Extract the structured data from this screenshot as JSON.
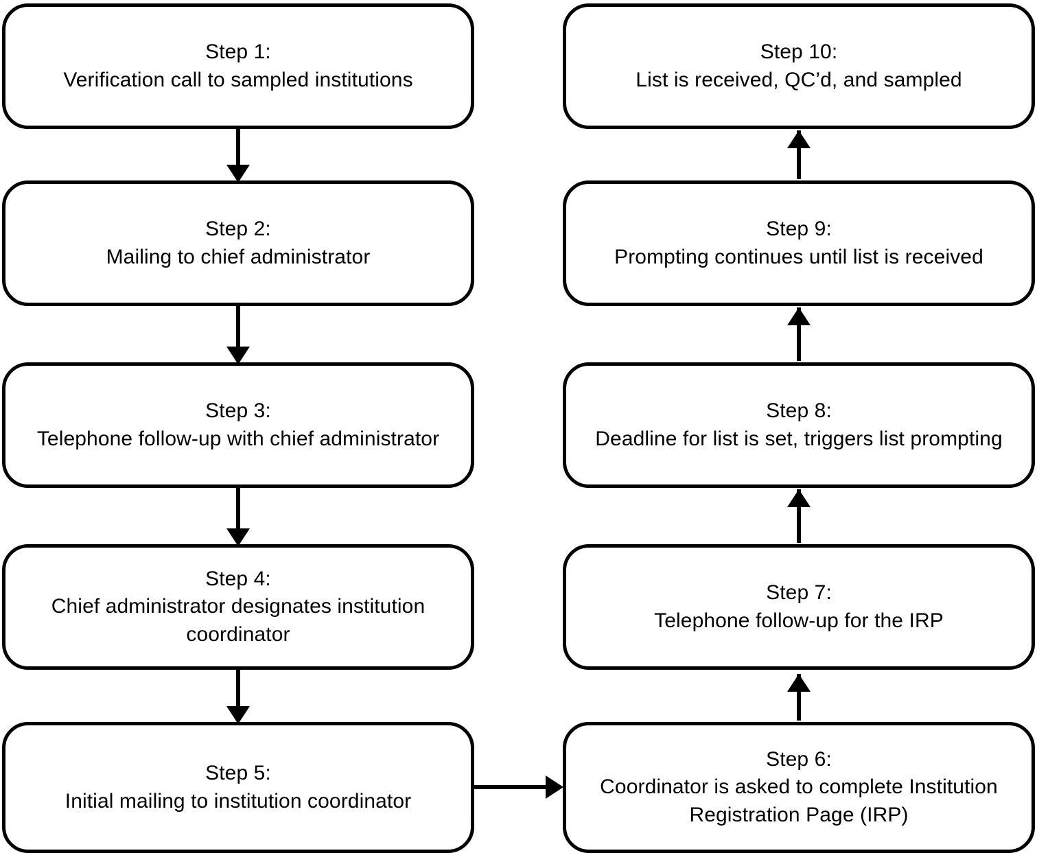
{
  "diagram": {
    "type": "flowchart",
    "orientation": "two-column-serpentine",
    "background_color": "#ffffff",
    "stroke_color": "#000000",
    "node_shape": "rounded-rectangle",
    "nodes": [
      {
        "id": "step1",
        "title": "Step 1:",
        "body": "Verification call to sampled institutions",
        "text": "Step 1:\nVerification call to sampled institutions",
        "column": "left",
        "row": 1
      },
      {
        "id": "step2",
        "title": "Step 2:",
        "body": "Mailing to chief administrator",
        "text": "Step 2:\nMailing to chief administrator",
        "column": "left",
        "row": 2
      },
      {
        "id": "step3",
        "title": "Step 3:",
        "body": "Telephone follow-up with chief administrator",
        "text": "Step 3:\nTelephone follow-up with chief administrator",
        "column": "left",
        "row": 3
      },
      {
        "id": "step4",
        "title": "Step 4:",
        "body": "Chief administrator designates institution coordinator",
        "text": "Step 4:\nChief administrator designates institution\ncoordinator",
        "column": "left",
        "row": 4
      },
      {
        "id": "step5",
        "title": "Step 5:",
        "body": "Initial mailing to institution coordinator",
        "text": "Step 5:\nInitial mailing to institution coordinator",
        "column": "left",
        "row": 5
      },
      {
        "id": "step6",
        "title": "Step 6:",
        "body": "Coordinator is asked to complete Institution Registration Page (IRP)",
        "text": "Step 6:\nCoordinator is asked to complete Institution\nRegistration Page (IRP)",
        "column": "right",
        "row": 5
      },
      {
        "id": "step7",
        "title": "Step 7:",
        "body": "Telephone follow-up for the IRP",
        "text": "Step 7:\nTelephone follow-up for the IRP",
        "column": "right",
        "row": 4
      },
      {
        "id": "step8",
        "title": "Step 8:",
        "body": "Deadline for list is set, triggers list prompting",
        "text": "Step 8:\nDeadline for list is set, triggers list prompting",
        "column": "right",
        "row": 3
      },
      {
        "id": "step9",
        "title": "Step 9:",
        "body": "Prompting continues until list is received",
        "text": "Step 9:\nPrompting continues until list is received",
        "column": "right",
        "row": 2
      },
      {
        "id": "step10",
        "title": "Step 10:",
        "body": "List is received, QC’d, and sampled",
        "text": "Step 10:\nList is received, QC’d, and sampled",
        "column": "right",
        "row": 1
      }
    ],
    "edges": [
      {
        "id": "e1",
        "from": "step1",
        "to": "step2",
        "direction": "down"
      },
      {
        "id": "e2",
        "from": "step2",
        "to": "step3",
        "direction": "down"
      },
      {
        "id": "e3",
        "from": "step3",
        "to": "step4",
        "direction": "down"
      },
      {
        "id": "e4",
        "from": "step4",
        "to": "step5",
        "direction": "down"
      },
      {
        "id": "e5",
        "from": "step5",
        "to": "step6",
        "direction": "right"
      },
      {
        "id": "e6",
        "from": "step6",
        "to": "step7",
        "direction": "up"
      },
      {
        "id": "e7",
        "from": "step7",
        "to": "step8",
        "direction": "up"
      },
      {
        "id": "e8",
        "from": "step8",
        "to": "step9",
        "direction": "up"
      },
      {
        "id": "e9",
        "from": "step9",
        "to": "step10",
        "direction": "up"
      }
    ]
  }
}
